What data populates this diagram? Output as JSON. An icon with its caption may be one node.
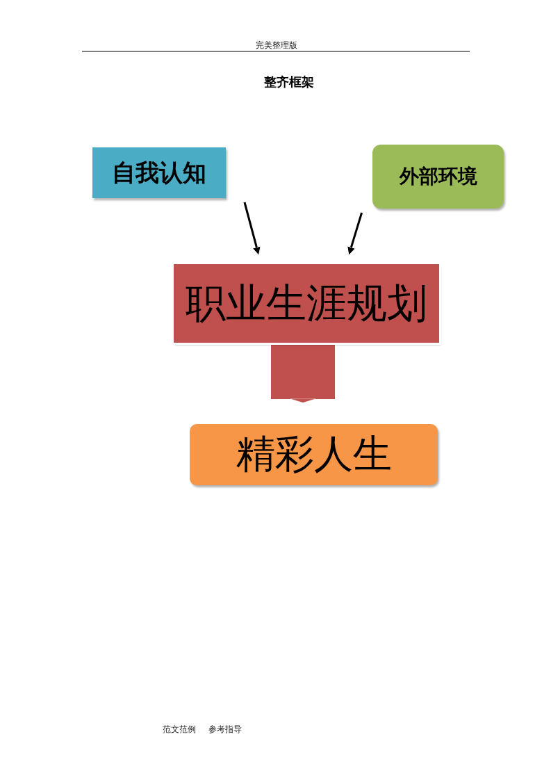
{
  "diagram": {
    "title": "整齐框架",
    "nodes": [
      {
        "text": [
          "自我认知"
        ]
      },
      {
        "text": [
          "外部环境"
        ]
      },
      {
        "text": [
          "职业生涯规划"
        ]
      },
      {
        "text": [
          "精彩人生"
        ]
      }
    ],
    "edges": [
      {
        "from": 0,
        "to": 2,
        "arrow": "to"
      },
      {
        "from": 1,
        "to": 2,
        "arrow": "to"
      },
      {
        "from": 2,
        "to": 3,
        "arrow": "to",
        "style": "thick",
        "color": "#c0504d"
      }
    ],
    "labels": [
      "完美整理版",
      "范文范例",
      "参考指导"
    ]
  }
}
